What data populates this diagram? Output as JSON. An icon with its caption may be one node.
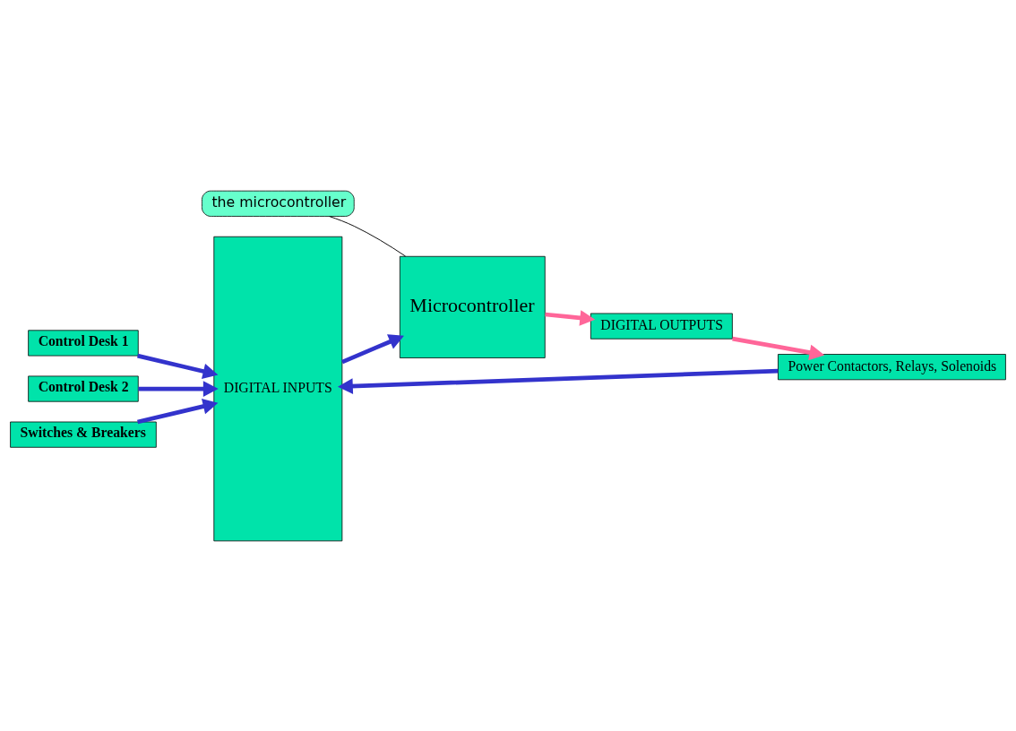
{
  "diagram": {
    "nodes": [
      {
        "text": [
          "Control Desk 1"
        ]
      },
      {
        "text": [
          "Control Desk 2"
        ]
      },
      {
        "text": [
          "Switches & Breakers"
        ]
      },
      {
        "text": [
          "DIGITAL INPUTS"
        ]
      },
      {
        "text": [
          "the microcontroller"
        ]
      },
      {
        "text": [
          "Microcontroller"
        ]
      },
      {
        "text": [
          "DIGITAL OUTPUTS"
        ]
      },
      {
        "text": [
          "Power Contactors, Relays, Solenoids"
        ]
      }
    ],
    "edges": [
      {
        "from": 0,
        "to": 3,
        "arrow": "to"
      },
      {
        "from": 1,
        "to": 3,
        "arrow": "to"
      },
      {
        "from": 2,
        "to": 3,
        "arrow": "to"
      },
      {
        "from": 3,
        "to": 5,
        "arrow": "to"
      },
      {
        "from": 4,
        "to": 5,
        "arrow": "none",
        "color": "#000000"
      },
      {
        "from": 5,
        "to": 6,
        "arrow": "to",
        "color": "#ff6699"
      },
      {
        "from": 6,
        "to": 7,
        "arrow": "to",
        "color": "#ff6699"
      },
      {
        "from": 7,
        "to": 3,
        "arrow": "to"
      }
    ]
  }
}
